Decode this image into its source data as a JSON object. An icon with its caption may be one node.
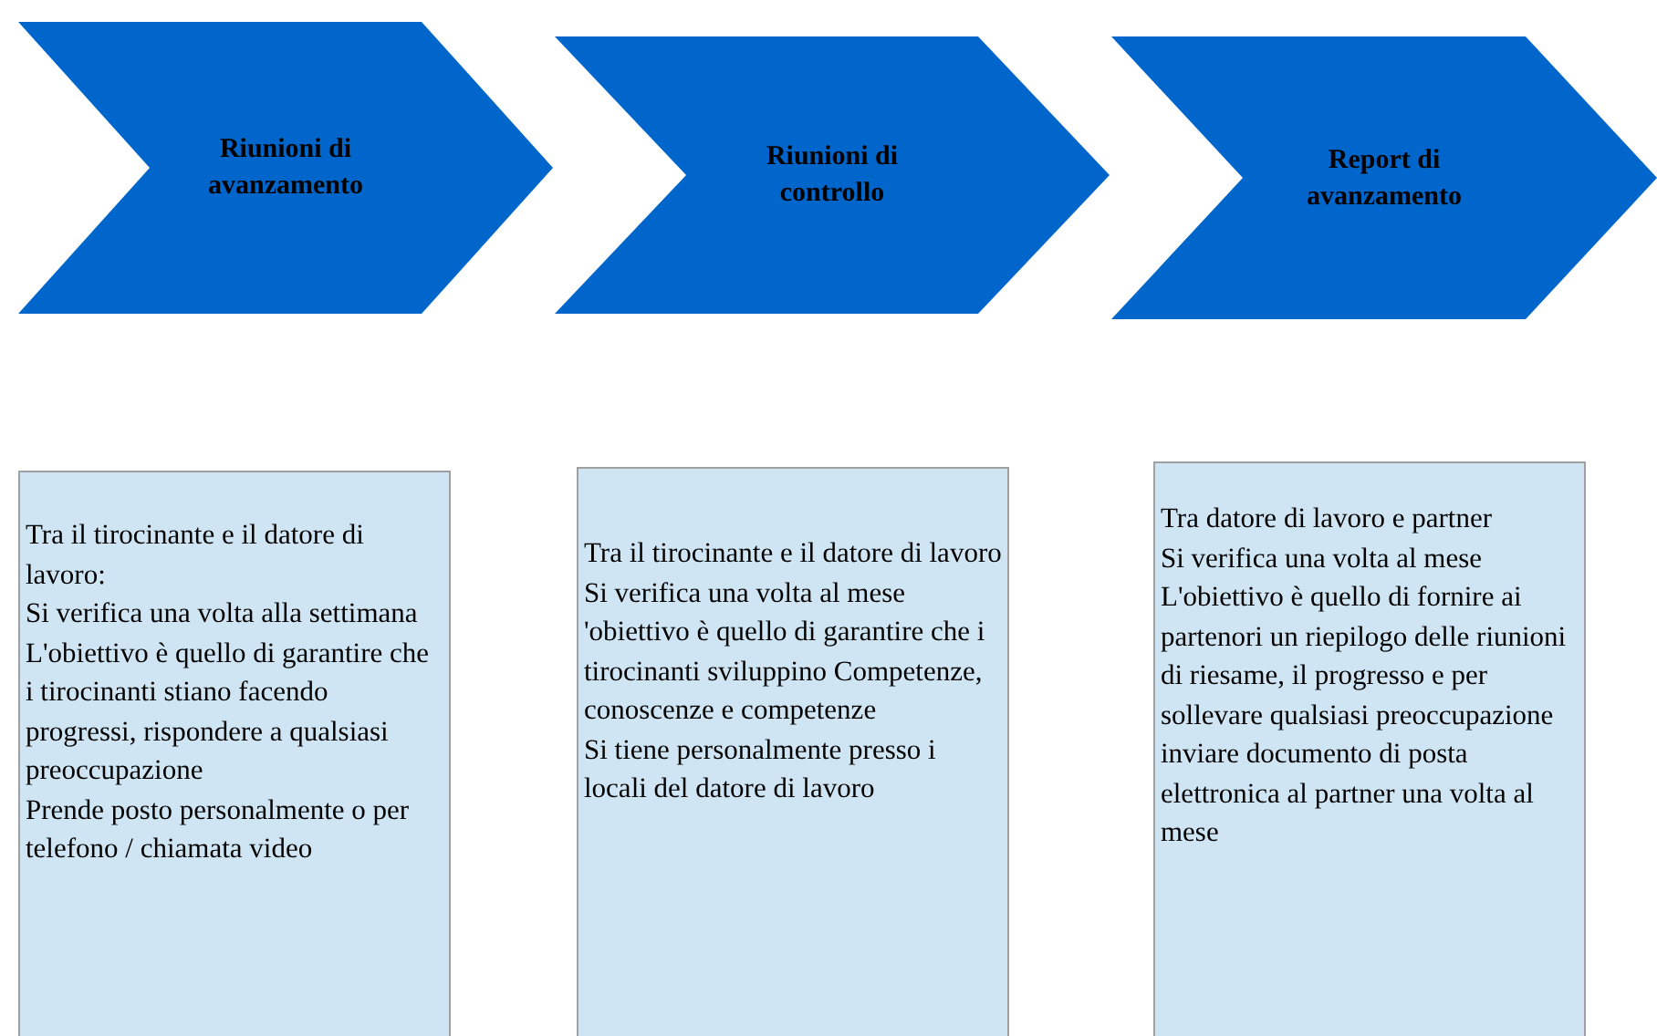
{
  "diagram": {
    "nodes": [
      {
        "text": [
          "Riunioni di avanzamento"
        ]
      },
      {
        "text": [
          "Riunioni di controllo"
        ]
      },
      {
        "text": [
          "Report di avanzamento"
        ]
      },
      {
        "text": [
          "Tra il tirocinante e il datore di lavoro:",
          "Si verifica una volta alla settimana",
          "L'obiettivo è quello di garantire che i tirocinanti stiano facendo progressi, rispondere a qualsiasi preoccupazione",
          "Prende posto personalmente o per telefono / chiamata video"
        ]
      },
      {
        "text": [
          "Tra il tirocinante e il datore di lavoro",
          "Si verifica una volta al mese",
          "'obiettivo è quello di garantire che i tirocinanti sviluppino Competenze, conoscenze e competenze",
          "Si tiene personalmente presso i locali del datore di lavoro"
        ]
      },
      {
        "text": [
          "Tra datore di lavoro e partner",
          "Si verifica una volta al mese",
          "L'obiettivo è quello di fornire ai partenori un riepilogo delle riunioni di riesame, il progresso e per sollevare qualsiasi preoccupazione",
          "inviare documento di posta elettronica al partner una volta al mese"
        ]
      }
    ]
  }
}
